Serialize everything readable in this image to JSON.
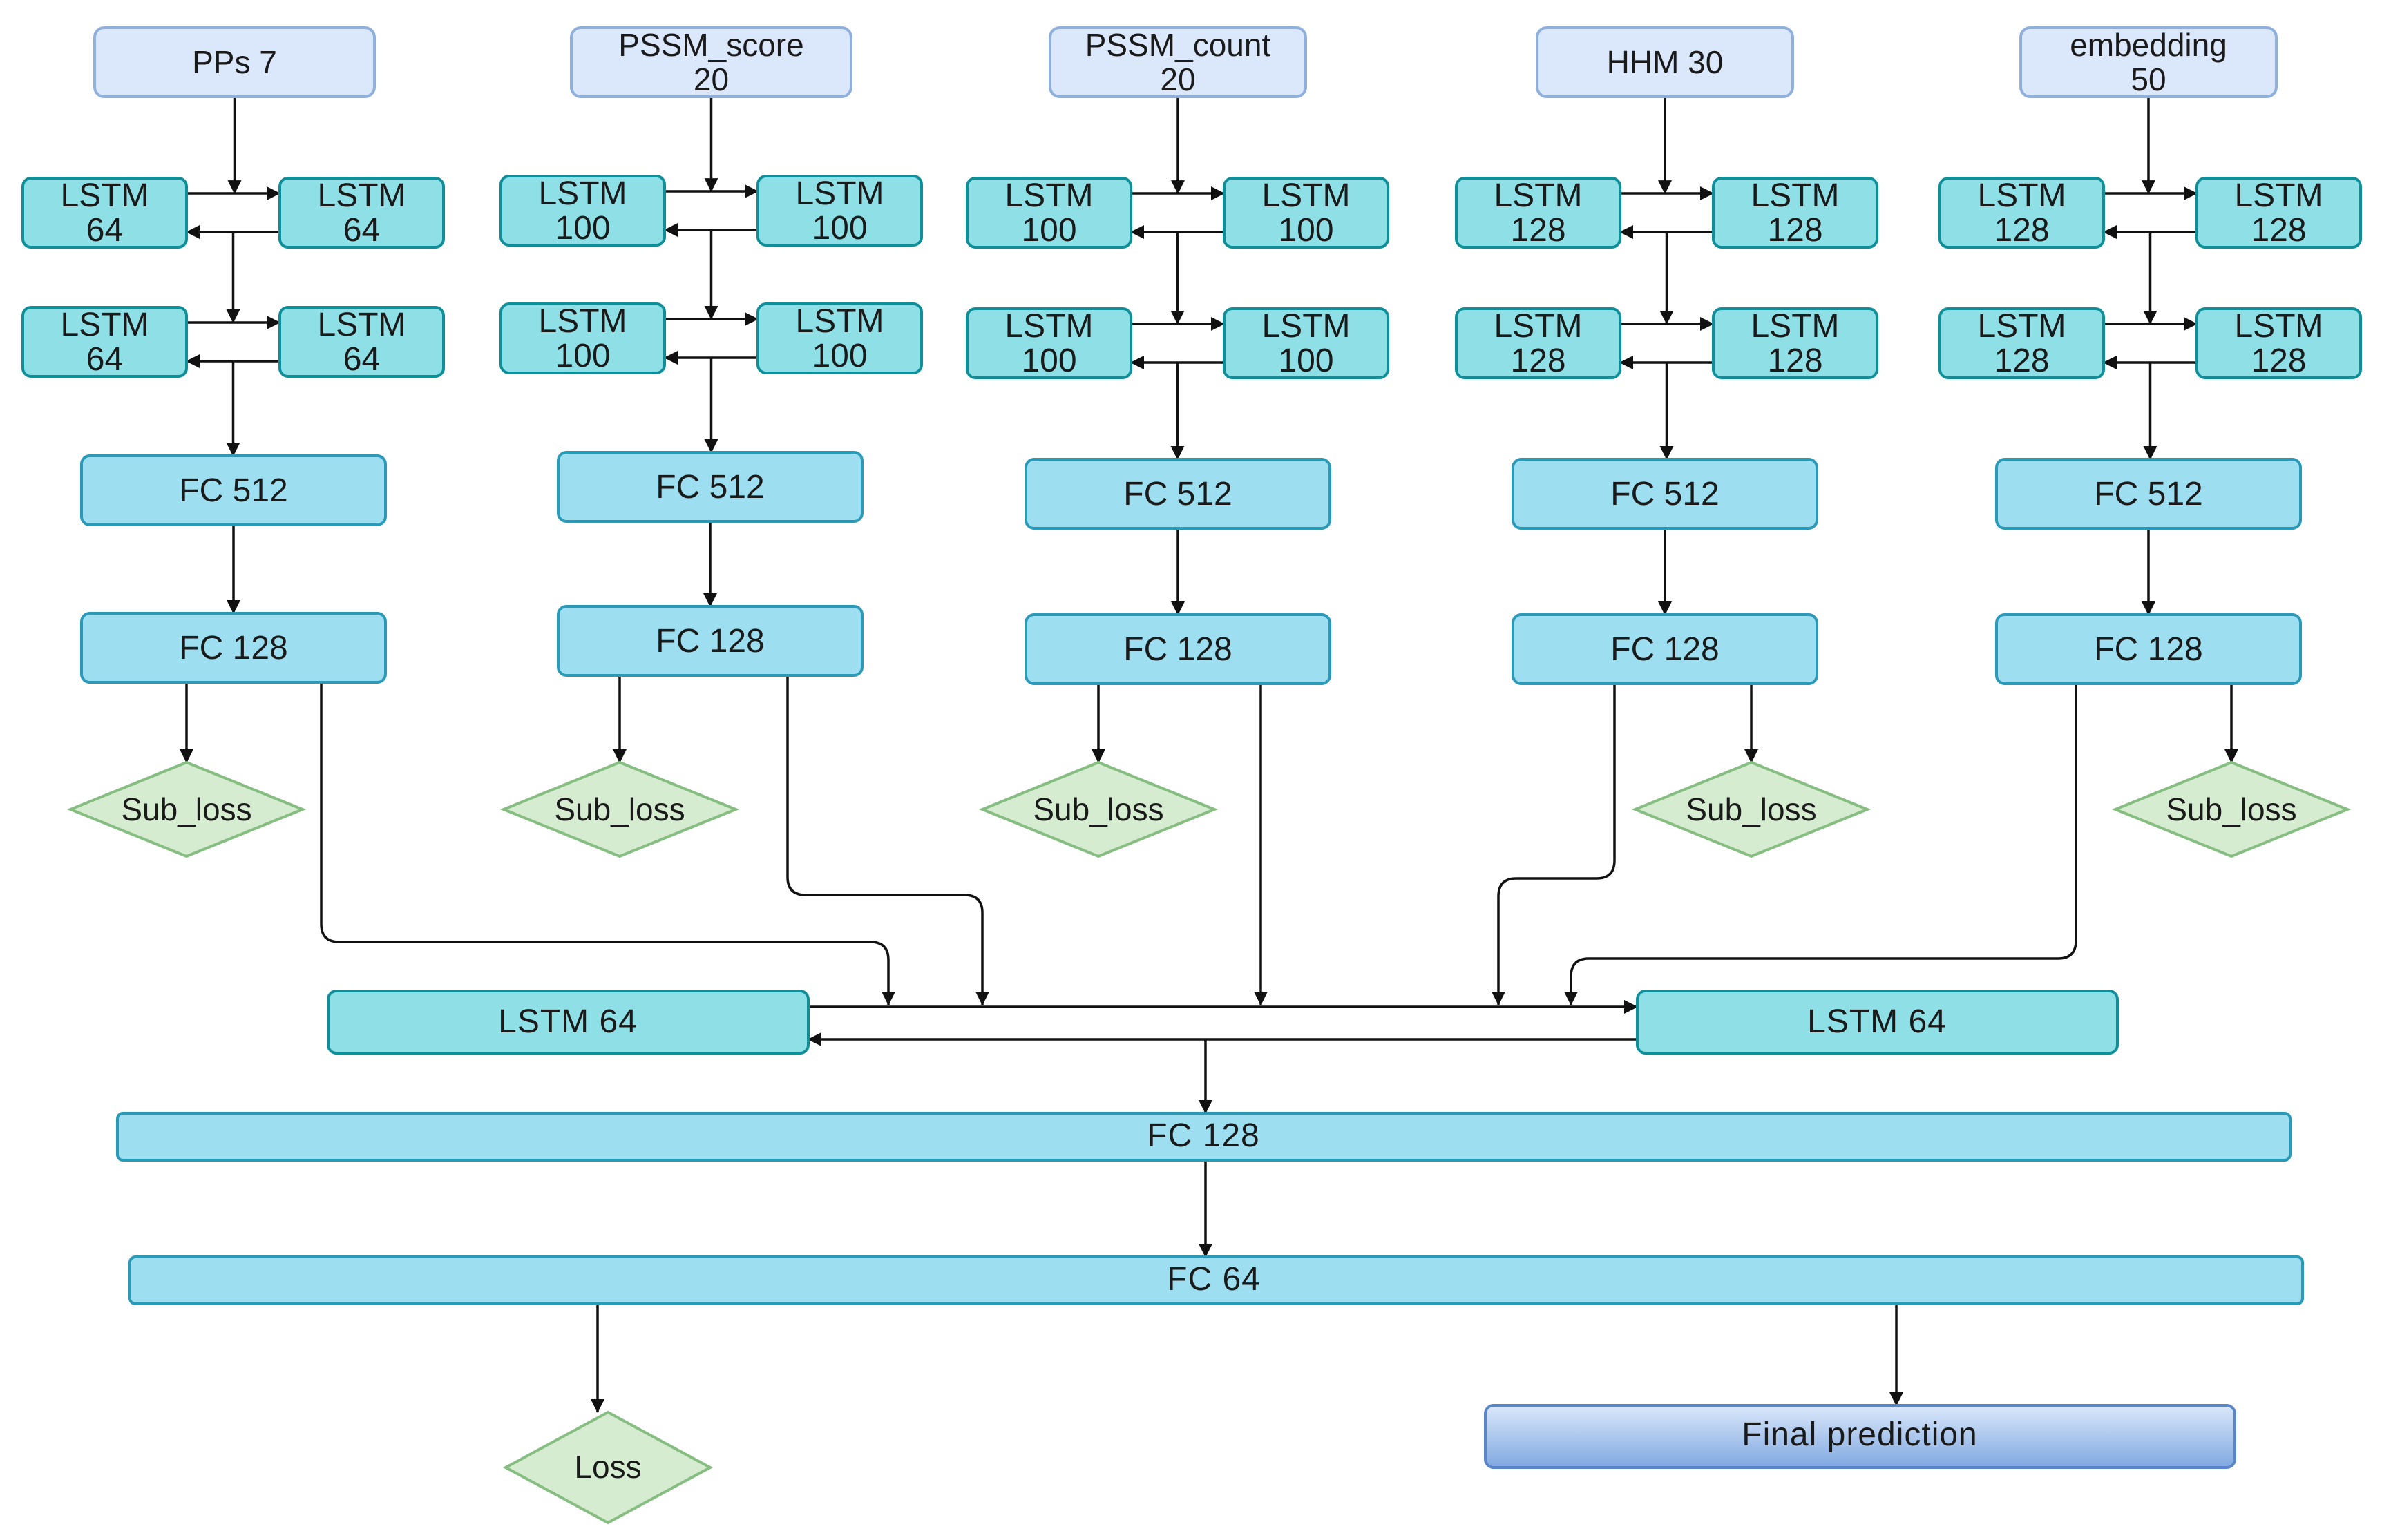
{
  "colors": {
    "input_fill": "#dbe8fb",
    "input_stroke": "#8fb0dc",
    "lstm_fill": "#8fe0e6",
    "lstm_stroke": "#0e8f9a",
    "fc_fill": "#9ddff0",
    "fc_stroke": "#2a9ab8",
    "loss_fill": "#d5ecd0",
    "loss_stroke": "#86bd80",
    "final_fill_top": "#dbe8fb",
    "final_fill_bottom": "#7fa8e0",
    "final_stroke": "#5a86c8",
    "arrow": "#111111"
  },
  "branches": [
    {
      "input": [
        "PPs 7"
      ],
      "lstm_a": [
        "LSTM",
        "64"
      ],
      "lstm_b": [
        "LSTM",
        "64"
      ],
      "fc1": "FC 512",
      "fc2": "FC 128",
      "sub_loss": "Sub_loss"
    },
    {
      "input": [
        "PSSM_score",
        "20"
      ],
      "lstm_a": [
        "LSTM",
        "100"
      ],
      "lstm_b": [
        "LSTM",
        "100"
      ],
      "fc1": "FC 512",
      "fc2": "FC 128",
      "sub_loss": "Sub_loss"
    },
    {
      "input": [
        "PSSM_count",
        "20"
      ],
      "lstm_a": [
        "LSTM",
        "100"
      ],
      "lstm_b": [
        "LSTM",
        "100"
      ],
      "fc1": "FC 512",
      "fc2": "FC 128",
      "sub_loss": "Sub_loss"
    },
    {
      "input": [
        "HHM 30"
      ],
      "lstm_a": [
        "LSTM",
        "128"
      ],
      "lstm_b": [
        "LSTM",
        "128"
      ],
      "fc1": "FC 512",
      "fc2": "FC 128",
      "sub_loss": "Sub_loss"
    },
    {
      "input": [
        "embedding",
        "50"
      ],
      "lstm_a": [
        "LSTM",
        "128"
      ],
      "lstm_b": [
        "LSTM",
        "128"
      ],
      "fc1": "FC 512",
      "fc2": "FC 128",
      "sub_loss": "Sub_loss"
    }
  ],
  "merge": {
    "lstm_left": "LSTM  64",
    "lstm_right": "LSTM  64",
    "fc_a": "FC  128",
    "fc_b": "FC  64",
    "loss": "Loss",
    "final": "Final  prediction"
  }
}
